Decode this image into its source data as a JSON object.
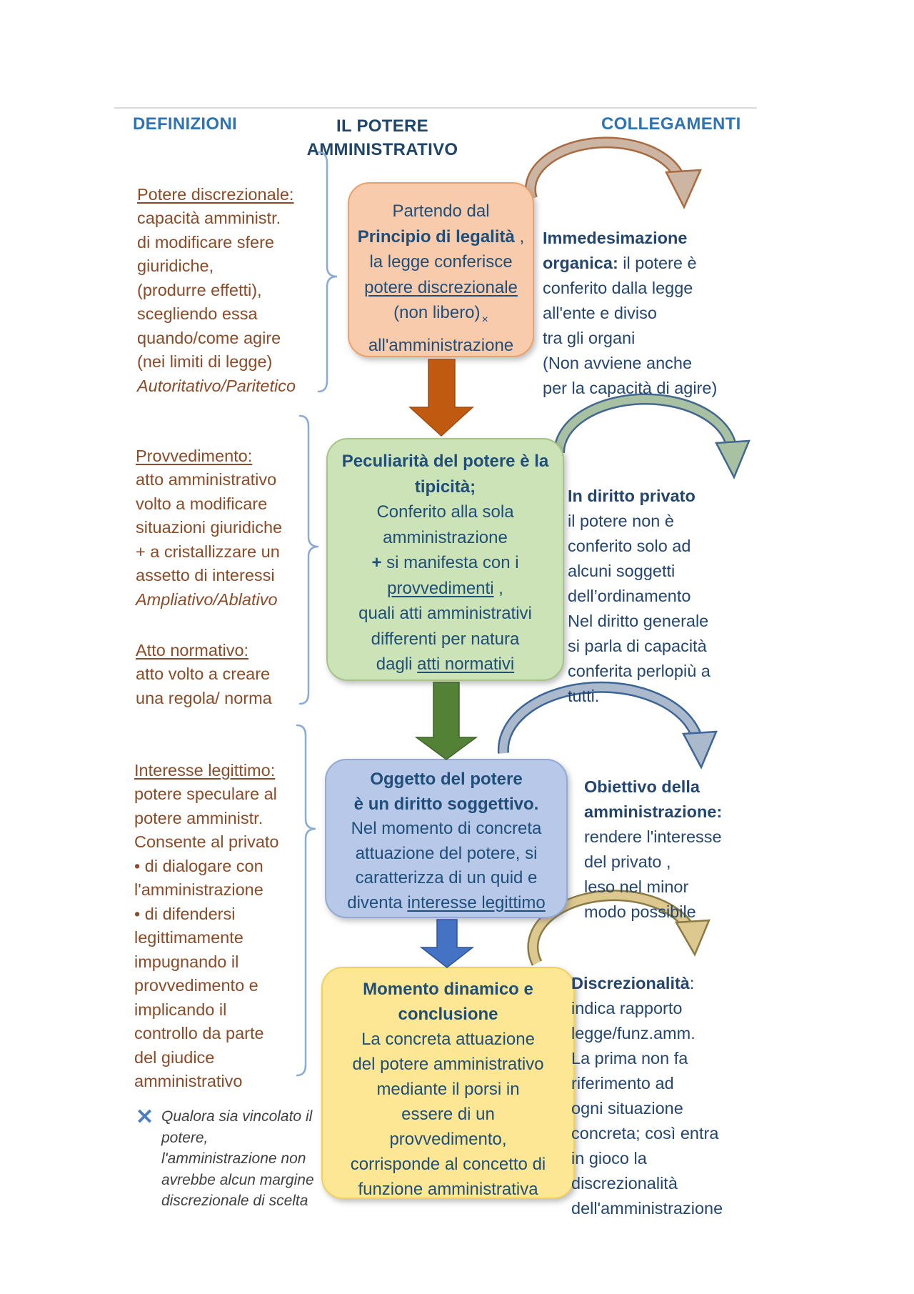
{
  "header": {
    "left": "DEFINIZIONI",
    "center": "IL POTERE\nAMMINISTRATIVO",
    "right": "COLLEGAMENTI"
  },
  "definitions": [
    {
      "heading": "Potere discrezionale:",
      "body": "\ncapacità amministr.\ndi modificare sfere\ngiuridiche,\n(produrre effetti),\nscegliendo essa\nquando/come agire\n(nei limiti di legge)",
      "italic": "\nAutoritativo/Paritetico"
    },
    {
      "heading": "Provvedimento:",
      "body": "\natto amministrativo\nvolto a modificare\nsituazioni giuridiche\n+ a cristallizzare un\nassetto di interessi",
      "italic": "\nAmpliativo/Ablativo"
    },
    {
      "heading": "Atto normativo:",
      "body": "\natto volto a creare\nuna regola/ norma",
      "italic": ""
    },
    {
      "heading": "Interesse legittimo:",
      "body": "\npotere speculare al\npotere amministr.\nConsente al privato\n• di dialogare con\nl'amministrazione\n• di difendersi\nlegittimamente\nimpugnando il\nprovvedimento e\nimplicando il\ncontrollo da parte\ndel giudice\namministrativo",
      "italic": ""
    }
  ],
  "note": {
    "icon": "✕",
    "text": "Qualora sia vincolato il\npotere,\nl'amministrazione non\navrebbe alcun margine\ndiscrezionale di scelta"
  },
  "boxes": {
    "box1": {
      "l1": "Partendo dal",
      "l2_bold": "Principio di legalità",
      "l2_suffix": " ,",
      "l3": "la legge conferisce",
      "l4_underline": "potere discrezionale",
      "l5": "(non libero)",
      "l5_sub": "×",
      "l6": "all'amministrazione"
    },
    "box2": {
      "title": "Peculiarità del potere è la\ntipicità;",
      "l1": "Conferito alla sola\namministrazione",
      "l2_bold": "+",
      "l2": " si manifesta con i",
      "l3_underline": "provvedimenti",
      "l3_suffix": " ,",
      "l4": "quali atti amministrativi\ndifferenti per natura",
      "l5a": "dagli ",
      "l5_underline": "atti normativi"
    },
    "box3": {
      "title": "Oggetto del potere\nè un diritto soggettivo.",
      "l1": "Nel momento di concreta\nattuazione del potere, si\ncaratterizza di un quid e",
      "l2a": "diventa ",
      "l2_underline": "interesse legittimo"
    },
    "box4": {
      "title": "Momento dinamico e\nconclusione",
      "body": "La concreta attuazione\ndel potere amministrativo\nmediante il porsi in\nessere di un\nprovvedimento,\ncorrisponde al concetto di\nfunzione amministrativa"
    }
  },
  "links": {
    "r1": {
      "heading": "Immedesimazione\norganica:",
      "body": " il potere è\nconferito dalla legge\nall'ente e diviso\ntra gli organi\n(Non avviene anche\nper la capacità di agire)"
    },
    "r2": {
      "heading": "In diritto privato",
      "body": "\nil potere non è\nconferito solo ad\nalcuni soggetti\ndell’ordinamento\nNel diritto generale\nsi parla di capacità\nconferita perlopiù a\ntutti."
    },
    "r3": {
      "heading": "Obiettivo della\namministrazione:",
      "body": "\nrendere l'interesse\ndel privato ,\nleso nel minor\nmodo possibile"
    },
    "r4": {
      "heading": "Discrezionalità",
      "body": ":\nindica rapporto\nlegge/funz.amm.\nLa prima non fa\nriferimento ad\nogni situazione\nconcreta; così entra\nin gioco la\ndiscrezionalità\ndell'amministrazione"
    }
  },
  "colors": {
    "header_blue": "#2e74b5",
    "header_navy": "#1f4668",
    "definition_text": "#8a4b28",
    "box_text": "#1f4e79",
    "link_text": "#24466e",
    "box1_fill": "#f8cbad",
    "box1_border": "#eda169",
    "box2_fill": "#cbe3b6",
    "box2_border": "#a6c488",
    "box3_fill": "#b7c8e8",
    "box3_border": "#93a9d4",
    "box4_fill": "#fee794",
    "box4_border": "#f0d05e",
    "arrow_orange": "#c05a11",
    "arrow_green": "#538135",
    "arrow_blue": "#4472c4",
    "arc1_band": "#cdb5a3",
    "arc1_outline": "#a96b41",
    "arc2_band": "#a9c1a3",
    "arc2_outline": "#43678e",
    "arc3_band": "#aab9cb",
    "arc3_outline": "#3d6596",
    "arc4_band": "#ddc98f",
    "arc4_outline": "#8a7a45",
    "brace_blue": "#8aabd4",
    "note_x_blue": "#4d7ebf"
  }
}
